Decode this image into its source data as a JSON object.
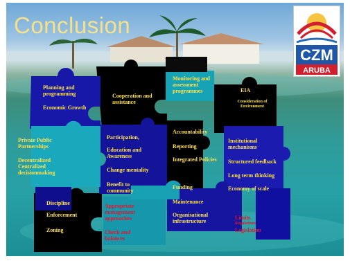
{
  "title": "Conclusion",
  "logo": {
    "text": "CZM",
    "caption": "ARUBA"
  },
  "labels": {
    "planning": "Planning and programming",
    "economic_growth": "Economic Growth",
    "cooperation": "Cooperation and assistance",
    "monitoring": "Monitoring and assessment programmes",
    "eia": "EIA",
    "consideration_env": "Consideration of Environment",
    "accountability": "Accountability",
    "private_public": "Private Public Partnerships",
    "participation": "Participation,",
    "reporting": "Reporting",
    "institutional": "Institutional mechanisms",
    "decentralized": "Decentralized Centralized decisionmaking",
    "education": "Education and Awareness",
    "integrated": "Integrated Policies",
    "structured_feedback": "Structured feedback",
    "change_mentality": "Change mentality",
    "long_term": "Long term thinking",
    "benefit": "Benefit to community",
    "funding": "Funding",
    "economy_scale": "Economy of scale",
    "discipline": "Discipline",
    "appropriate": "Appropriate management approaches",
    "maintenance": "Maintenance",
    "enforcement": "Enforcement",
    "organisational": "Organisational infrastructure",
    "limits": "Limits",
    "regulations": "Regulations",
    "legislation": "Legislation",
    "zoning": "Zoning",
    "checks": "Check and balances"
  }
}
